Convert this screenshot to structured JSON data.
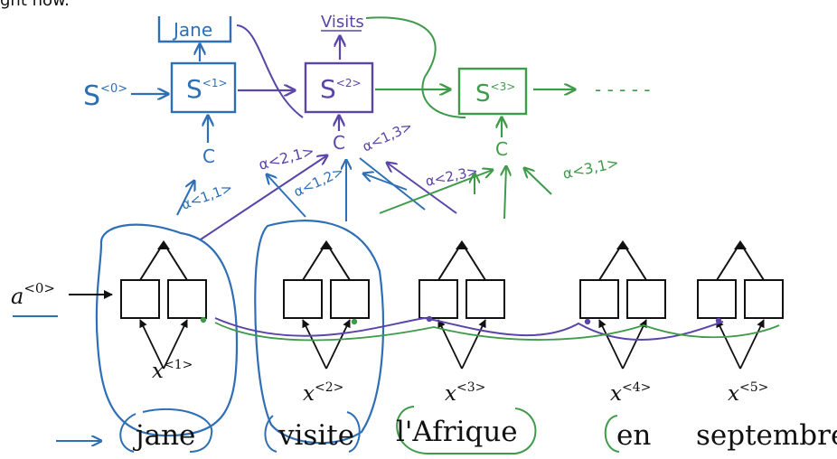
{
  "crop_text": "ght now.",
  "decoder": {
    "output_jane": "Jane",
    "output_visits": "Visits",
    "initial_state": "S",
    "initial_state_sup": "<0>",
    "state_1": "S",
    "state_1_sup": "<1>",
    "state_2": "S",
    "state_2_sup": "<2>",
    "state_3": "S",
    "state_3_sup": "<3>",
    "continuation": "- - - - -",
    "context_1": "C",
    "context_2": "C",
    "context_3": "C"
  },
  "attention": {
    "alpha_1_1": "α<1,1>",
    "alpha_2_1": "α<2,1>",
    "alpha_2_2": "α<1,2>",
    "alpha_2_3": "α<1,3>",
    "alpha_2_4": "α<2,3>",
    "alpha_3_1": "α<3,1>"
  },
  "encoder": {
    "a0": "a",
    "a0_sup": "<0>",
    "x_labels": [
      "x",
      "x",
      "x",
      "x",
      "x"
    ],
    "x_sups": [
      "<1>",
      "<2>",
      "<3>",
      "<4>",
      "<5>"
    ],
    "words": [
      "jane",
      "visite",
      "l'Afrique",
      "en",
      "septembre"
    ]
  },
  "colors": {
    "blue": "#2f6fb5",
    "purple": "#5a45a8",
    "green": "#3f9a4a",
    "ink": "#111111"
  }
}
